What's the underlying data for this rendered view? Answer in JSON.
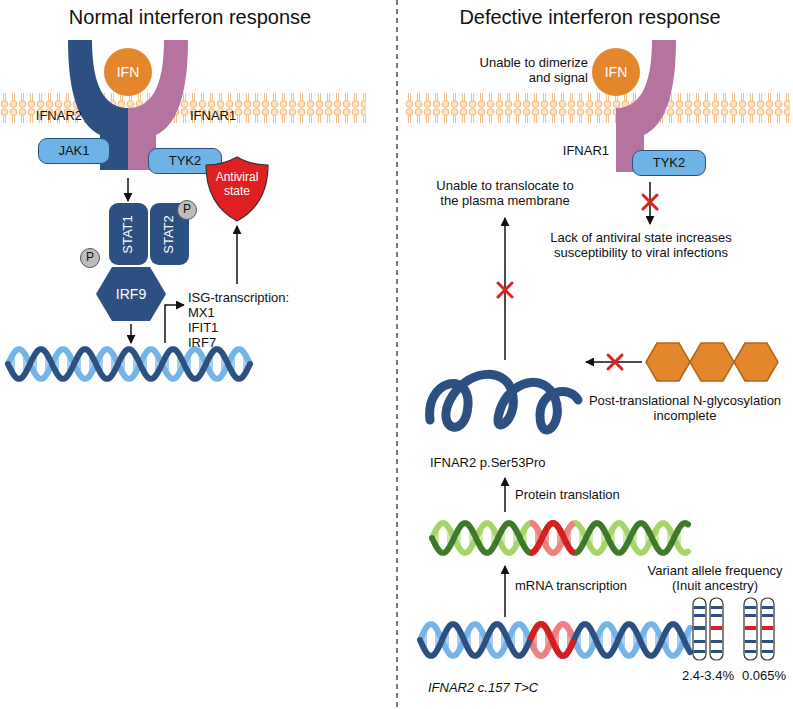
{
  "diagram": {
    "nodes": [
      {
        "text": [
          "IFN"
        ]
      },
      {
        "text": [
          "JAK1"
        ]
      },
      {
        "text": [
          "TYK2"
        ]
      },
      {
        "text": [
          "STAT1"
        ]
      },
      {
        "text": [
          "STAT2"
        ]
      },
      {
        "text": [
          "P"
        ]
      },
      {
        "text": [
          "P"
        ]
      },
      {
        "text": [
          "IRF9"
        ]
      },
      {
        "text": [
          "Antiviral state"
        ]
      },
      {
        "text": [
          "IFN"
        ]
      },
      {
        "text": [
          "TYK2"
        ]
      }
    ],
    "edges": [
      {
        "from": 1,
        "to": 3,
        "arrow": "to"
      }
    ],
    "labels": [
      "Normal interferon response",
      "Defective interferon response",
      "IFNAR2",
      "IFNAR1",
      "ISG-transcription: MX1 IFIT1 IRF7",
      "Unable to dimerize and signal",
      "IFNAR1",
      "Lack of antiviral state increases susceptibility to viral infections",
      "Unable to translocate to the plasma membrane",
      "IFNAR2 p.Ser53Pro",
      "Post-translational N-glycosylation incomplete",
      "Protein translation",
      "mRNA transcription",
      "IFNAR2 c.157 T>C",
      "Variant allele frequency (Inuit ancestry)",
      "2.4-3.4%",
      "0.065%"
    ]
  }
}
